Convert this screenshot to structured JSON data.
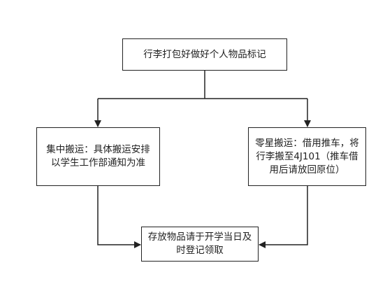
{
  "diagram": {
    "nodes": {
      "top": "行李打包好做好个人物品标记",
      "left": "集中搬运：具体搬运安排以学生工作部通知为准",
      "right": "零星搬运：借用推车，将行李搬至4J101（推车借用后请放回原位）",
      "bottom": "存放物品请于开学当日及时登记领取"
    },
    "edges": [
      {
        "from": "top",
        "to": "left"
      },
      {
        "from": "top",
        "to": "right"
      },
      {
        "from": "left",
        "to": "bottom"
      },
      {
        "from": "right",
        "to": "bottom"
      }
    ],
    "colors": {
      "line": "#222222",
      "box_border": "#222222",
      "text": "#222222",
      "background": "#ffffff"
    }
  }
}
